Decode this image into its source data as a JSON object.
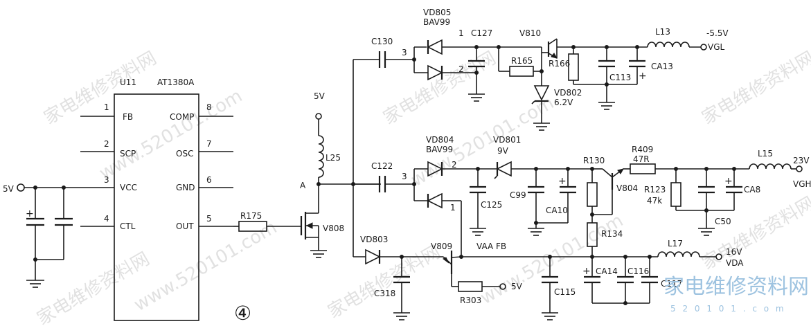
{
  "ic": {
    "ref": "U11",
    "part": "AT1380A",
    "pins_left": [
      {
        "num": "1",
        "name": "FB"
      },
      {
        "num": "2",
        "name": "SCP"
      },
      {
        "num": "3",
        "name": "VCC"
      },
      {
        "num": "4",
        "name": "CTL"
      }
    ],
    "pins_right": [
      {
        "num": "8",
        "name": "COMP"
      },
      {
        "num": "7",
        "name": "OSC"
      },
      {
        "num": "6",
        "name": "GND"
      },
      {
        "num": "5",
        "name": "OUT"
      }
    ]
  },
  "labels": {
    "in_5v": "5V",
    "l25_5v": "5V",
    "node_a": "A",
    "l25": "L25",
    "r175": "R175",
    "v808": "V808",
    "c130": "C130",
    "vd805": "VD805",
    "bav99_a": "BAV99",
    "c127": "C127",
    "v810": "V810",
    "r165": "R165",
    "r166": "R166",
    "c113": "C113",
    "ca13": "CA13",
    "l13": "L13",
    "vgl_v": "-5.5V",
    "vgl": "VGL",
    "vd802": "VD802",
    "vd802_v": "6.2V",
    "c122": "C122",
    "vd804": "VD804",
    "bav99_b": "BAV99",
    "vd801": "VD801",
    "vd801_v": "9V",
    "c125": "C125",
    "c99": "C99",
    "ca10": "CA10",
    "r130": "R130",
    "r409": "R409",
    "r409_v": "47R",
    "v804": "V804",
    "r123": "R123",
    "r123_v": "47k",
    "c50": "C50",
    "ca8": "CA8",
    "l15": "L15",
    "vgh_v": "23V",
    "vgh": "VGH",
    "r134": "R134",
    "vd803": "VD803",
    "v809": "V809",
    "vaafb": "VAA FB",
    "c318": "C318",
    "r303": "R303",
    "r303_5v": "5V",
    "c115": "C115",
    "ca14": "CA14",
    "c116": "C116",
    "c117": "C117",
    "l17": "L17",
    "vda_v": "16V",
    "vda": "VDA",
    "n3a": "3",
    "n1a": "1",
    "n2a": "2",
    "n3b": "3",
    "n2b": "2",
    "n1b": "1",
    "figure_num": "④"
  },
  "watermark": {
    "text": "家电维修资料网",
    "url": "www.520101.com",
    "brand": "家电维修资料网",
    "brand_url": "5 2 0 1 0 1 . c o m"
  }
}
